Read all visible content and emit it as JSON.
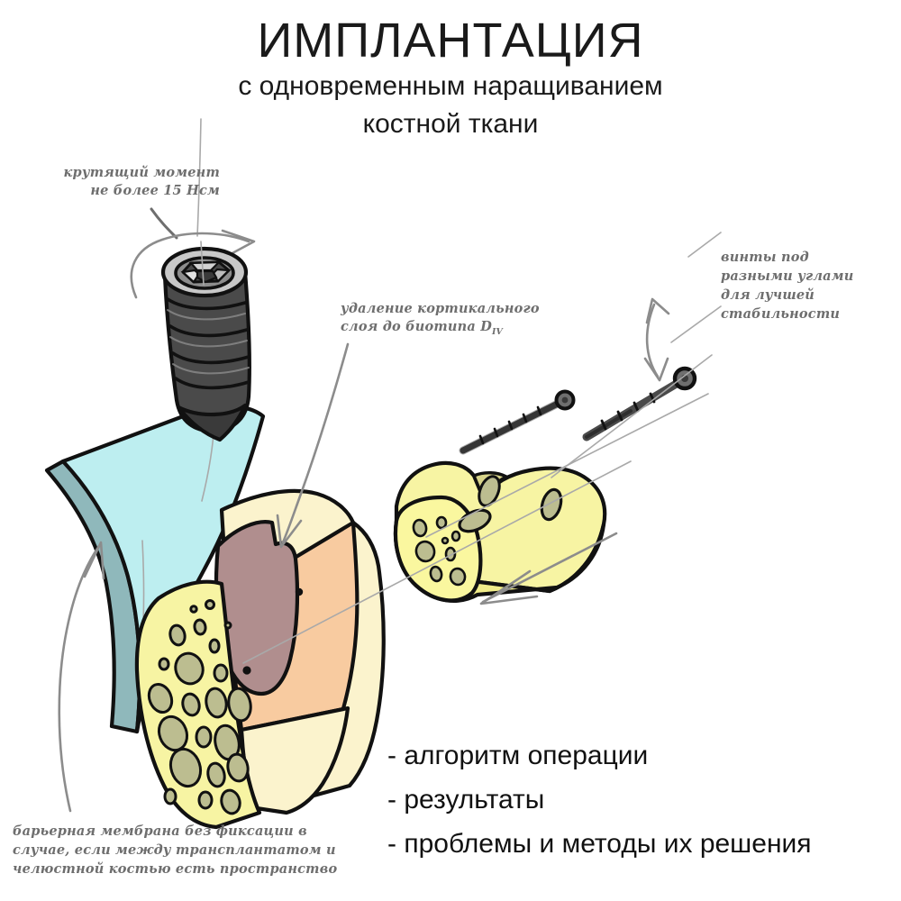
{
  "title": {
    "main": "ИМПЛАНТАЦИЯ",
    "sub_line1": "с одновременным наращиванием",
    "sub_line2": "костной ткани"
  },
  "annotations": {
    "torque": {
      "line1": "крутящий момент",
      "line2": "не более 15 Нсм"
    },
    "cortical": {
      "line1": "удаление кортикального",
      "line2": "слоя до биотипа D",
      "subscript": "IV"
    },
    "screws": {
      "line1": "винты под",
      "line2": "разными углами",
      "line3": "для лучшей",
      "line4": "стабильности"
    },
    "membrane": {
      "line1": "барьерная мембрана без фиксации в",
      "line2": "случае, если между трансплантатом и",
      "line3": "челюстной костью есть пространство"
    }
  },
  "bullets": [
    "- алгоритм операции",
    "- результаты",
    "- проблемы и методы их решения"
  ],
  "icon_names": [
    "dental-implant-screw-icon",
    "barrier-membrane-icon",
    "jaw-bone-block-icon",
    "bone-graft-block-icon",
    "fixation-screw-icon",
    "rotation-arrow-icon",
    "angle-arrow-icon",
    "direction-arrow-icon"
  ],
  "colors": {
    "membrane_blue": "#bdeef0",
    "membrane_edge": "#8fb8bb",
    "spongy_yellow": "#f7f4a3",
    "pore_olive": "#bcbd90",
    "cortical_peach": "#f8cba0",
    "cortical_cream": "#fbf3cd",
    "defect_mauve": "#b08e8e",
    "implant_dark": "#4a4a4a",
    "implant_mid": "#6f6f6f",
    "implant_light": "#c8c8c8",
    "annotation_gray": "#6e6e6e",
    "arrow_gray": "#8c8c8c",
    "outline_black": "#111111",
    "text_black": "#111111",
    "background": "#ffffff"
  }
}
